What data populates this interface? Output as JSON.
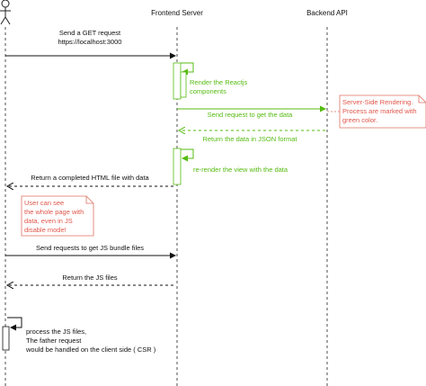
{
  "participants": {
    "user": "",
    "frontend": "Frontend Server",
    "backend": "Backend API"
  },
  "messages": {
    "m1_line1": "Send a GET request",
    "m1_line2": "https://localhost:3000",
    "m2_line1": "Render the Reactjs",
    "m2_line2": "components",
    "m3": "Send request to get the data",
    "m4": "Return the data in JSON format",
    "m5": "re-render the view with the data",
    "m6": "Return a completed HTML file with data",
    "m7": "Send requests to get JS bundle files",
    "m8": "Return the JS files",
    "m9_line1": "process the JS files,",
    "m9_line2": "The father request",
    "m9_line3": "would be handled on the client side ( CSR )"
  },
  "notes": {
    "ssr_line1": "Server-Side Rendering.",
    "ssr_line2": "Process are marked with",
    "ssr_line3": "green color.",
    "user_line1": "User can see",
    "user_line2": "the whole page with",
    "user_line3": "data, even in JS",
    "user_line4": "disable mode!"
  },
  "colors": {
    "lifeline": "#222222",
    "black_arrow": "#111111",
    "green": "#55bb10",
    "note_fill": "#ffffff",
    "note_border": "#e07060",
    "note_text": "#e0564a"
  }
}
